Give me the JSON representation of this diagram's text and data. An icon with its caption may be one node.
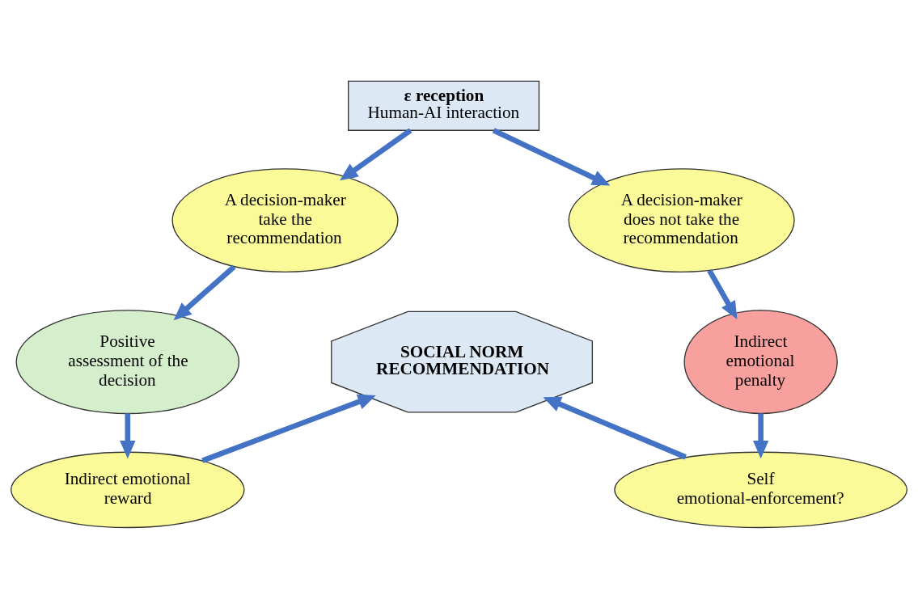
{
  "diagram": {
    "nodes": [
      {
        "text": [
          "ε reception",
          "Human-AI interaction"
        ]
      },
      {
        "text": [
          "A decision-maker take the recommendation"
        ]
      },
      {
        "text": [
          "A decision-maker does not take the recommendation"
        ]
      },
      {
        "text": [
          "Positive assessment of the decision"
        ]
      },
      {
        "text": [
          "Indirect emotional penalty"
        ]
      },
      {
        "text": [
          "SOCIAL NORM RECOMMENDATION"
        ]
      },
      {
        "text": [
          "Indirect emotional reward"
        ]
      },
      {
        "text": [
          "Self emotional-enforcement?"
        ]
      }
    ],
    "edges": [
      {
        "from": 0,
        "to": 1,
        "arrow": "to"
      },
      {
        "from": 0,
        "to": 2,
        "arrow": "to"
      },
      {
        "from": 1,
        "to": 3,
        "arrow": "to"
      },
      {
        "from": 2,
        "to": 4,
        "arrow": "to"
      },
      {
        "from": 3,
        "to": 6,
        "arrow": "to"
      },
      {
        "from": 4,
        "to": 7,
        "arrow": "to"
      },
      {
        "from": 6,
        "to": 5,
        "arrow": "to"
      },
      {
        "from": 7,
        "to": 5,
        "arrow": "to"
      }
    ]
  }
}
